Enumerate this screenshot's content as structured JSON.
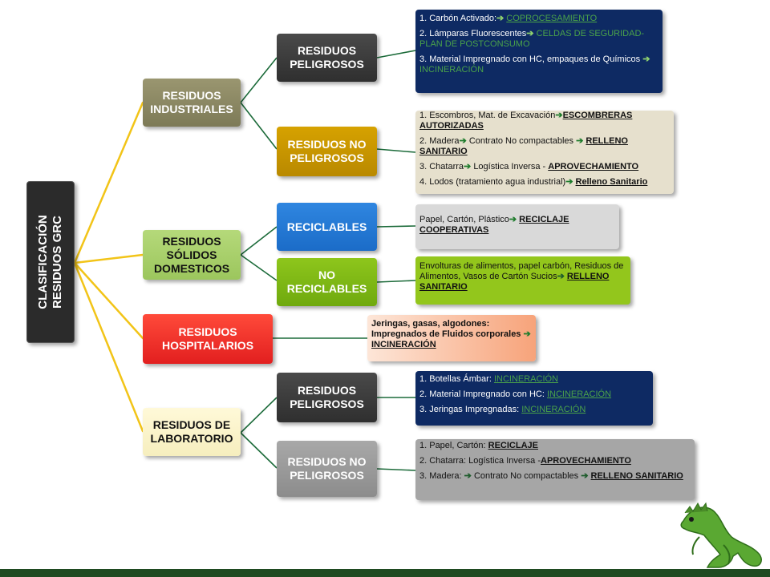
{
  "colors": {
    "root_bg": "#2b2b2b",
    "link": "#4aa24a",
    "connector": "#f2c418",
    "bottom_bar": "#1f4a21"
  },
  "root": {
    "line1": "CLASIFICACIÓN",
    "line2": "RESIDUOS GRC"
  },
  "industriales": {
    "label": "RESIDUOS INDUSTRIALES",
    "peligrosos": {
      "label": "RESIDUOS PELIGROSOS",
      "items": [
        {
          "text": "1. Carbón Activado:",
          "dest": "COPROCESAMIENTO"
        },
        {
          "text": "2. Lámparas Fluorescentes",
          "dest": "CELDAS DE SEGURIDAD-PLAN DE POSTCONSUMO"
        },
        {
          "text": "3. Material Impregnado con HC, empaques de Químicos",
          "dest": "INCINERACIÓN"
        }
      ]
    },
    "no_peligrosos": {
      "label": "RESIDUOS NO PELIGROSOS",
      "items": [
        {
          "text": "1. Escombros, Mat. de Excavación",
          "dest": "ESCOMBRERAS AUTORIZADAS"
        },
        {
          "text": "2. Madera",
          "mid": "Contrato No compactables",
          "dest": "RELLENO SANITARIO"
        },
        {
          "text": "3. Chatarra",
          "mid": "Logística Inversa -",
          "dest": "APROVECHAMIENTO"
        },
        {
          "text": "4. Lodos  (tratamiento agua industrial)",
          "dest": "Relleno Sanitario"
        }
      ]
    }
  },
  "domesticos": {
    "label": "RESIDUOS SÓLIDOS DOMESTICOS",
    "reciclables": {
      "label": "RECICLABLES",
      "text": "Papel, Cartón, Plástico",
      "dest": "RECICLAJE COOPERATIVAS"
    },
    "no_reciclables": {
      "label": "NO RECICLABLES",
      "text": "Envolturas de alimentos, papel carbón, Residuos de Alimentos, Vasos de Cartón Sucios",
      "dest": "RELLENO SANITARIO"
    }
  },
  "hospitalarios": {
    "label": "RESIDUOS HOSPITALARIOS",
    "text": "Jeringas, gasas, algodones: Impregnados de Fluidos corporales",
    "dest": "INCINERACIÓN"
  },
  "laboratorio": {
    "label": "RESIDUOS DE LABORATORIO",
    "peligrosos": {
      "label": "RESIDUOS PELIGROSOS",
      "items": [
        {
          "text": "1. Botellas Ámbar:",
          "dest": "INCINERACIÓN"
        },
        {
          "text": "2. Material Impregnado con HC:",
          "dest": "INCINERACIÓN"
        },
        {
          "text": "3. Jeringas Impregnadas:",
          "dest": "INCINERACIÓN"
        }
      ]
    },
    "no_peligrosos": {
      "label": "RESIDUOS NO PELIGROSOS",
      "items": [
        {
          "text": "1. Papel, Cartón:",
          "dest": "RECICLAJE"
        },
        {
          "text": "2.  Chatarra: Logística Inversa -",
          "dest": "APROVECHAMIENTO"
        },
        {
          "text": "3. Madera:",
          "mid": "Contrato No compactables",
          "dest": "RELLENO SANITARIO"
        }
      ]
    }
  }
}
